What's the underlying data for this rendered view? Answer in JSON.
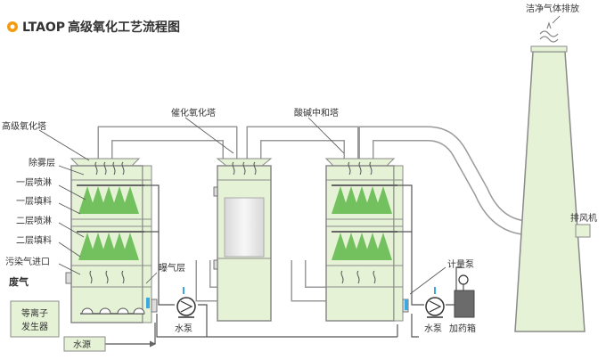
{
  "header": {
    "brand": "LTAOP",
    "title": "高级氧化工艺流程图"
  },
  "labels": {
    "exhaust": "洁净气体排放",
    "catalytic_tower": "催化氧化塔",
    "acid_alkali_tower": "酸碱中和塔",
    "advanced_tower": "高级氧化塔",
    "demist": "除雾层",
    "spray1": "一层喷淋",
    "packing1": "一层填料",
    "spray2": "二层喷淋",
    "packing2": "二层填料",
    "inlet": "污染气进口",
    "waste_gas": "废气",
    "aeration": "曝气层",
    "plasma_line1": "等离子",
    "plasma_line2": "发生器",
    "water_source": "水源",
    "pump_left": "水泵",
    "pump_right": "水泵",
    "metering_pump": "计量泵",
    "dosing_tank": "加药箱",
    "exhaust_fan": "排风机"
  },
  "colors": {
    "tower_fill": "#e6f2d6",
    "tower_stroke": "#8a8a8a",
    "pipe_fill": "#ffffff",
    "pipe_stroke": "#9a9a9a",
    "spray_green": "#5fb84a",
    "brand_orange": "#f39c12",
    "water_blue": "#3ba9e0",
    "text": "#333333"
  }
}
